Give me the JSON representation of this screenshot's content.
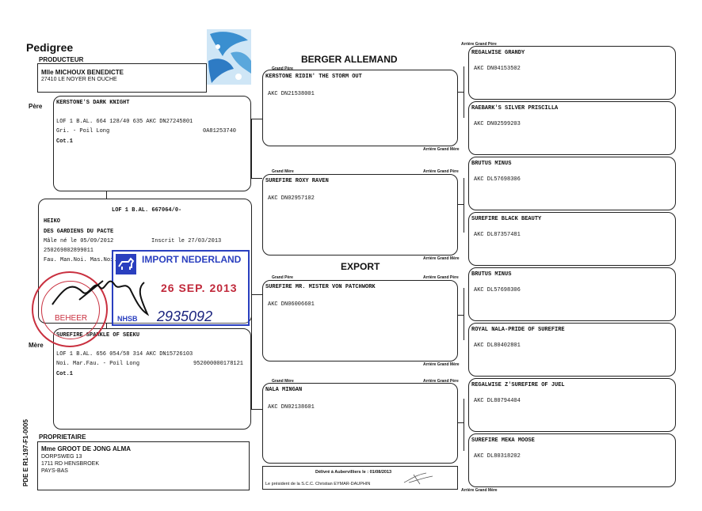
{
  "doc": {
    "title": "Pedigree",
    "breed": "BERGER ALLEMAND",
    "export": "EXPORT",
    "side_code": "PDE E  R1-197-F1-0005"
  },
  "labels": {
    "producteur": "PRODUCTEUR",
    "proprietaire": "PROPRIETAIRE",
    "pere": "Père",
    "mere": "Mère",
    "gp": "Grand Père",
    "gm": "Grand Mère",
    "agp": "Arrière Grand Père",
    "agm": "Arrière Grand Mère"
  },
  "producer": {
    "name": "Mlle MICHOUX BENEDICTE",
    "city": "27410 LE NOYER EN OUCHE"
  },
  "owner": {
    "name": "Mme GROOT DE JONG ALMA",
    "street": "DORPSWEG 13",
    "city": "1711 RD HENSBROEK",
    "country": "PAYS-BAS"
  },
  "subject": {
    "lof": "LOF 1 B.AL. 667064/0-",
    "name1": "HEIKO",
    "name2": "DES GARDIENS DU PACTE",
    "born": "Mâle né le 05/09/2012",
    "registered": "Inscrit le 27/03/2013",
    "chip": "250269802899011",
    "color": "Fau. Man.Noi. Mas.Noi."
  },
  "father": {
    "name": "KERSTONE'S DARK KNIGHT",
    "reg": "LOF 1 B.AL. 664 128/40 635 AKC DN27245801",
    "color": "Gri. - Poil Long",
    "id": "0A81253740",
    "cot": "Cot.1"
  },
  "mother": {
    "name": "SUREFIRE SPARKLE OF SEEKU",
    "reg": "LOF 1 B.AL. 656 054/58 314 AKC DN15726103",
    "color": "Noi. Mar.Fau. - Poil Long",
    "id": "952000000178121",
    "cot": "Cot.1"
  },
  "grandparents": [
    {
      "name": "KERSTONE RIDIN' THE STORM OUT",
      "reg": "AKC DN21538001"
    },
    {
      "name": "SUREFIRE ROXY RAVEN",
      "reg": "AKC DN02957102"
    },
    {
      "name": "SUREFIRE MR. MISTER VON PATCHWORK",
      "reg": "AKC DN06006601"
    },
    {
      "name": "NALA MINGAN",
      "reg": "AKC DN02138601"
    }
  ],
  "great_grandparents": [
    {
      "name": "REGALWISE GRANDY",
      "reg": "AKC DN04153502"
    },
    {
      "name": "RAEBARK'S SILVER PRISCILLA",
      "reg": "AKC DN02599203"
    },
    {
      "name": "BRUTUS MINUS",
      "reg": "AKC DL57698306"
    },
    {
      "name": "SUREFIRE BLACK BEAUTY",
      "reg": "AKC DL87357481"
    },
    {
      "name": "BRUTUS MINUS",
      "reg": "AKC DL57698306"
    },
    {
      "name": "ROYAL NALA-PRIDE OF SUREFIRE",
      "reg": "AKC DL80402801"
    },
    {
      "name": "REGALWISE Z'SUREFIRE OF JUEL",
      "reg": "AKC DL80794404"
    },
    {
      "name": "SUREFIRE MEKA MOOSE",
      "reg": "AKC DL80318202"
    }
  ],
  "footer": {
    "issued": "Délivré à Aubervilliers le : 01/08/2013",
    "president": "Le président de la S.C.C. Christian EYMAR-DAUPHIN"
  },
  "stamp": {
    "title": "IMPORT NEDERLAND",
    "date": "26 SEP. 2013",
    "org": "NHSB",
    "number": "2935092",
    "seal_word": "BEHEER"
  },
  "colors": {
    "stamp_blue": "#2a3fbf",
    "stamp_red": "#c0283a",
    "seal_red": "#c9303f",
    "logo_blue": "#3a8fd0"
  }
}
